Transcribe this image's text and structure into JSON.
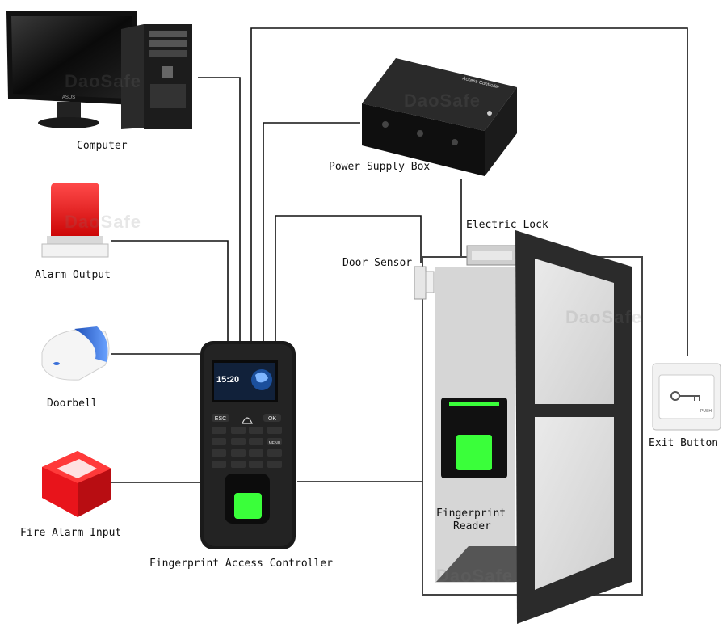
{
  "labels": {
    "computer": "Computer",
    "power_supply": "Power Supply Box",
    "electric_lock": "Electric Lock",
    "door_sensor": "Door Sensor",
    "alarm_output": "Alarm Output",
    "doorbell": "Doorbell",
    "fire_alarm": "Fire Alarm Input",
    "controller": "Fingerprint Access Controller",
    "reader_line1": "Fingerprint",
    "reader_line2": "Reader",
    "exit_button": "Exit Button"
  },
  "device_text": {
    "power_box_plate": "Access Controller",
    "clock": "15:20",
    "key_esc": "ESC",
    "key_ok": "OK",
    "key_menu": "MENU",
    "exit_push": "PUSH",
    "monitor_brand": "ASUS"
  },
  "watermark": "DaoSafe",
  "colors": {
    "wire": "#111111",
    "fingerprint_green": "#3aff3a",
    "device_black": "#1a1a1a",
    "alarm_red": "#e8141b",
    "door_frame": "#2b2b2b"
  }
}
